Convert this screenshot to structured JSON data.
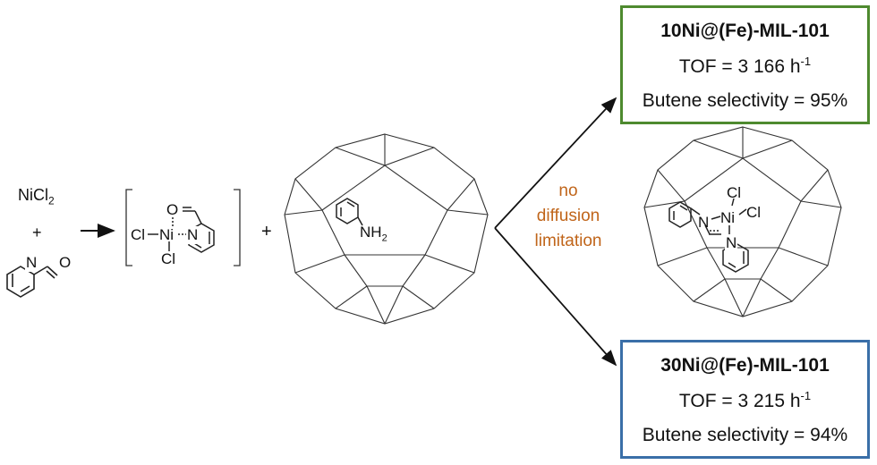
{
  "reactants": {
    "nickel_salt": "NiCl",
    "nickel_salt_sub": "2",
    "plus_1": "+",
    "plus_2": "+"
  },
  "complex": {
    "cl_left": "Cl",
    "ni": "Ni",
    "n": "N",
    "cl_bottom": "Cl",
    "o": "O"
  },
  "aldehyde": {
    "n": "N",
    "o": "O"
  },
  "mof_amine": {
    "group": "NH",
    "group_sub": "2"
  },
  "condition": {
    "line1": "no",
    "line2": "diffusion",
    "line3": "limitation"
  },
  "product_complex": {
    "cl_top": "Cl",
    "cl_right": "Cl",
    "ni": "Ni",
    "n_imine": "N",
    "n_pyridine": "N"
  },
  "top_result": {
    "title": "10Ni@(Fe)-MIL-101",
    "tof_text": "TOF = 3 166 h",
    "tof_exp": "-1",
    "selectivity": "Butene selectivity = 95%",
    "border_color": "#4e8a2f"
  },
  "bottom_result": {
    "title": "30Ni@(Fe)-MIL-101",
    "tof_text": "TOF = 3 215 h",
    "tof_exp": "-1",
    "selectivity": "Butene selectivity = 94%",
    "border_color": "#3a6fa8"
  },
  "condition_color": "#c0651a"
}
